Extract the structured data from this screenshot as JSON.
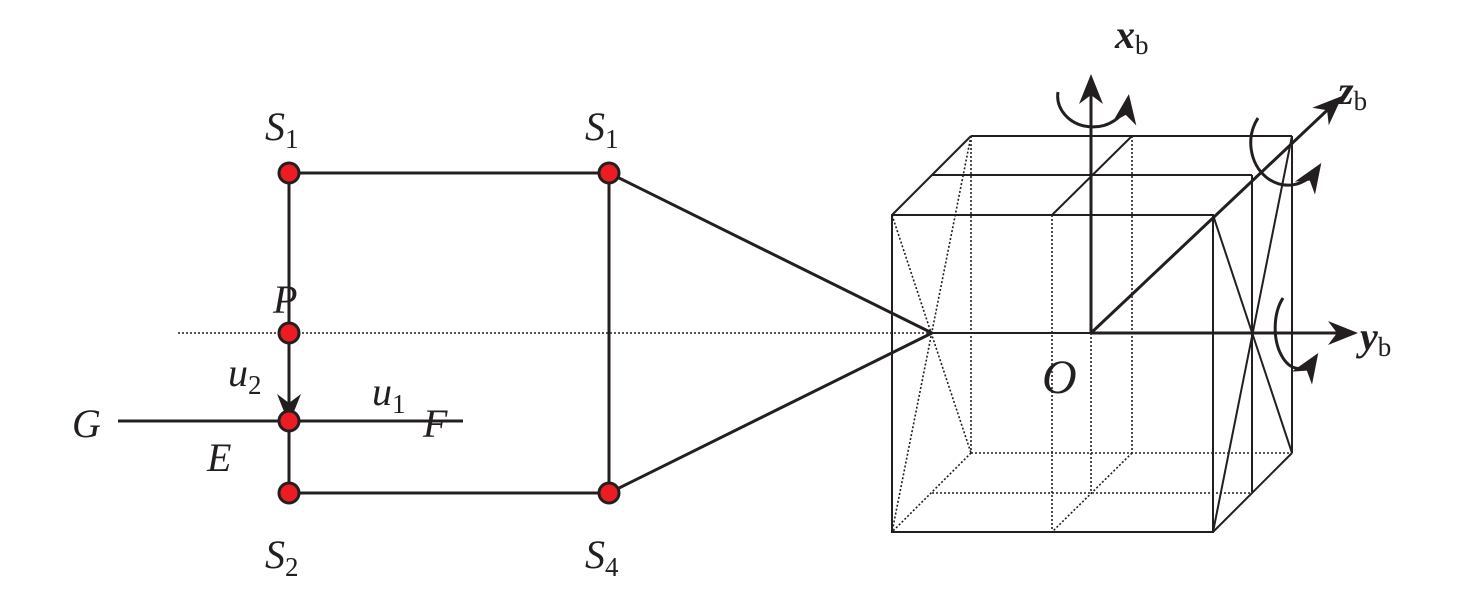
{
  "labels": {
    "s1_left": {
      "main": "S",
      "sub": "1"
    },
    "s1_right": {
      "main": "S",
      "sub": "1"
    },
    "s2": {
      "main": "S",
      "sub": "2"
    },
    "s4": {
      "main": "S",
      "sub": "4"
    },
    "p": "P",
    "e": "E",
    "g": "G",
    "f": "F",
    "u1": {
      "main": "u",
      "sub": "1"
    },
    "u2": {
      "main": "u",
      "sub": "2"
    },
    "o": "O",
    "xb": {
      "main": "x",
      "sub": "b"
    },
    "yb": {
      "main": "y",
      "sub": "b"
    },
    "zb": {
      "main": "z",
      "sub": "b"
    }
  },
  "colors": {
    "node": "#ed1c24",
    "line": "#231f20"
  }
}
